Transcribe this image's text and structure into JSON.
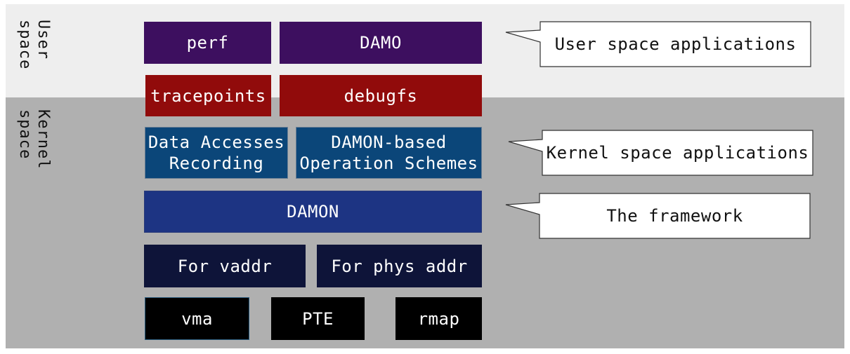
{
  "regions": {
    "user": "User\nspace",
    "kernel": "Kernel\nspace"
  },
  "layers": {
    "user_tools": [
      "perf",
      "DAMO"
    ],
    "interfaces": [
      "tracepoints",
      "debugfs"
    ],
    "kernel_apps": [
      "Data Accesses\nRecording",
      "DAMON-based\nOperation Schemes"
    ],
    "framework": "DAMON",
    "operations": [
      "For vaddr",
      "For phys addr"
    ],
    "primitives": [
      "vma",
      "PTE",
      "rmap"
    ]
  },
  "callouts": {
    "user_apps": "User space applications",
    "kernel_apps": "Kernel space applications",
    "framework": "The framework"
  }
}
